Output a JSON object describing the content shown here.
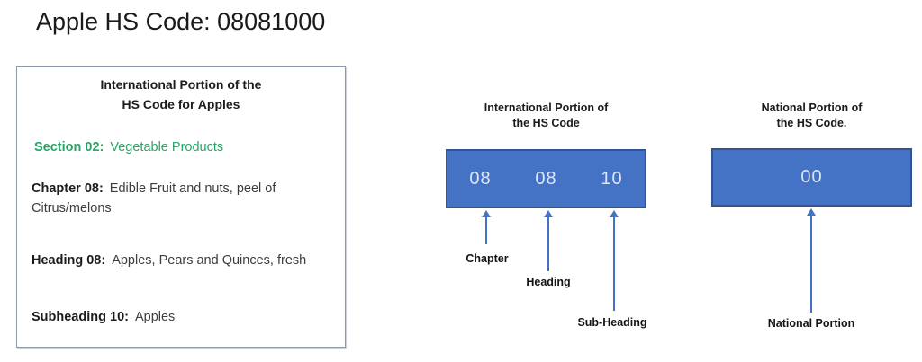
{
  "page": {
    "title": "Apple HS Code: 08081000"
  },
  "left_box": {
    "title_line1": "International Portion of the",
    "title_line2": "HS Code for Apples",
    "rows": [
      {
        "label": "Section 02:",
        "text": "Vegetable Products"
      },
      {
        "label": "Chapter 08:",
        "text": "Edible Fruit and nuts, peel of Citrus/melons"
      },
      {
        "label": "Heading 08:",
        "text": "Apples, Pears and Quinces, fresh"
      },
      {
        "label": "Subheading 10:",
        "text": "Apples"
      }
    ]
  },
  "intl": {
    "heading_line1": "International Portion of",
    "heading_line2": "the HS Code",
    "segments": [
      "08",
      "08",
      "10"
    ],
    "arrow_labels": [
      "Chapter",
      "Heading",
      "Sub-Heading"
    ]
  },
  "natl": {
    "heading_line1": "National Portion of",
    "heading_line2": "the HS Code.",
    "segment": "00",
    "arrow_label": "National Portion"
  },
  "colors": {
    "code_box_fill": "#4472C4",
    "code_box_border": "#2F5597",
    "code_text": "#DCE6F7",
    "arrow": "#4472C4",
    "section_green": "#28A566",
    "info_box_border": "#8A9AAD",
    "text_dark": "#1C1C1C"
  }
}
